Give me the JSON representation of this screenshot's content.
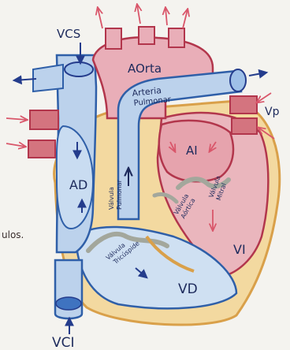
{
  "labels": {
    "vcs": "VCS",
    "aorta": "AOrta",
    "arteria_line1": "Arteria",
    "arteria_line2": "Pulmonar",
    "vp": "Vp",
    "ai": "AI",
    "ad": "AD",
    "valvula_pulmonar_1": "Válvula",
    "valvula_pulmonar_2": "Pulmonar",
    "valvula_aortica_1": "Válvula",
    "valvula_aortica_2": "Aórtica",
    "valvula_mitral_1": "Válvula",
    "valvula_mitral_2": "Mitral",
    "valvula_tricuspide_1": "Válvula",
    "valvula_tricuspide_2": "Tricúspide",
    "vi": "VI",
    "vd": "VD",
    "vci": "VCI",
    "side_text": "ulos."
  },
  "colors": {
    "paper": "#f4f3ef",
    "blue_vessel": "#bcd2ec",
    "blue_outline": "#2f5fa8",
    "red_vessel": "#e9aeb8",
    "red_outline": "#b2364c",
    "myocardium": "#f3d9a0",
    "myocardium_outline": "#d9a04a",
    "arrow_red": "#d9566a",
    "arrow_blue": "#243c8c"
  }
}
